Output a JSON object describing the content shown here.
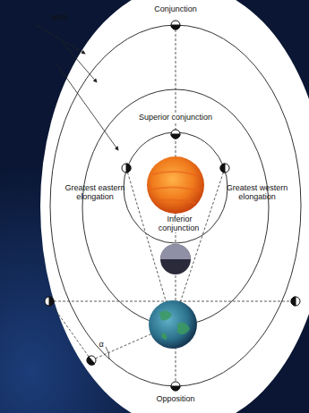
{
  "diagram": {
    "labels": [
      "anet",
      "Conjunction",
      "Superior conjunction",
      "Greatest eastern elongation",
      "Inferior conjunction",
      "Greatest western elongation",
      "Opposition",
      "α"
    ]
  }
}
